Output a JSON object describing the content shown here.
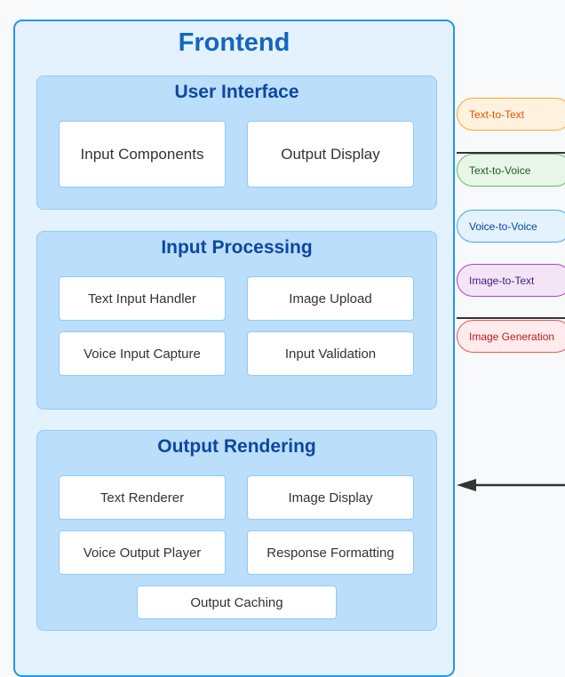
{
  "frontend": {
    "title": "Frontend",
    "user_interface": {
      "title": "User Interface",
      "items": [
        "Input Components",
        "Output Display"
      ]
    },
    "input_processing": {
      "title": "Input Processing",
      "items": [
        "Text Input Handler",
        "Image Upload",
        "Voice Input Capture",
        "Input Validation"
      ]
    },
    "output_rendering": {
      "title": "Output Rendering",
      "items": [
        "Text Renderer",
        "Image Display",
        "Voice Output Player",
        "Response Formatting",
        "Output Caching"
      ]
    }
  },
  "modes": [
    {
      "label": "Text-to-Text",
      "bg": "#fff3e0",
      "border": "#ffa726",
      "color": "#e65100"
    },
    {
      "label": "Text-to-Voice",
      "bg": "#e8f5e9",
      "border": "#66bb6a",
      "color": "#1b5e20"
    },
    {
      "label": "Voice-to-Voice",
      "bg": "#e3f2fd",
      "border": "#42a5f5",
      "color": "#0d47a1"
    },
    {
      "label": "Image-to-Text",
      "bg": "#f3e5f5",
      "border": "#ab47bc",
      "color": "#4a148c"
    },
    {
      "label": "Image Generation",
      "bg": "#ffebee",
      "border": "#ef5350",
      "color": "#b71c1c"
    }
  ]
}
